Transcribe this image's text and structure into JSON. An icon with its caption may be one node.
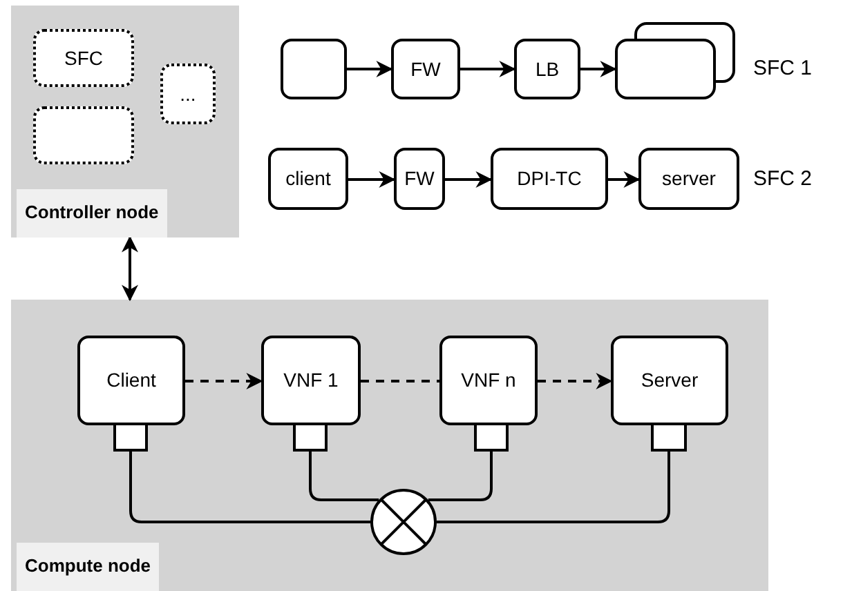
{
  "diagram": {
    "nodes": [
      {
        "text": [
          "Controller node"
        ]
      },
      {
        "text": [
          "SFC"
        ],
        "in": 0
      },
      {
        "text": [],
        "shape": "box",
        "in": 0
      },
      {
        "text": [
          "..."
        ],
        "in": 0
      },
      {
        "text": [],
        "shape": "box"
      },
      {
        "text": [
          "FW"
        ]
      },
      {
        "text": [
          "LB"
        ]
      },
      {
        "text": [],
        "shape": "box"
      },
      {
        "text": [
          "client"
        ]
      },
      {
        "text": [
          "FW"
        ]
      },
      {
        "text": [
          "DPI-TC"
        ]
      },
      {
        "text": [
          "server"
        ]
      },
      {
        "text": [
          "Compute node"
        ]
      },
      {
        "text": [
          "Client"
        ],
        "in": 12
      },
      {
        "text": [
          "VNF 1"
        ],
        "in": 12
      },
      {
        "text": [
          "VNF n"
        ],
        "in": 12
      },
      {
        "text": [
          "Server"
        ],
        "in": 12
      },
      {
        "text": [],
        "shape": "box",
        "in": 12
      },
      {
        "text": [],
        "shape": "box",
        "in": 12
      },
      {
        "text": [],
        "shape": "box",
        "in": 12
      },
      {
        "text": [],
        "shape": "box",
        "in": 12
      },
      {
        "text": [],
        "shape": "circle",
        "in": 12
      }
    ],
    "edges": [
      {
        "from": 4,
        "to": 5,
        "arrow": "to"
      },
      {
        "from": 5,
        "to": 6,
        "arrow": "to"
      },
      {
        "from": 6,
        "to": 7,
        "arrow": "to"
      },
      {
        "from": 8,
        "to": 9,
        "arrow": "to"
      },
      {
        "from": 9,
        "to": 10,
        "arrow": "to"
      },
      {
        "from": 10,
        "to": 11,
        "arrow": "to"
      },
      {
        "from": 0,
        "to": 12,
        "arrow": "both"
      },
      {
        "from": 13,
        "to": 14,
        "arrow": "to",
        "style": "dashed"
      },
      {
        "from": 14,
        "to": 15,
        "arrow": "none",
        "style": "dashed"
      },
      {
        "from": 15,
        "to": 16,
        "arrow": "to",
        "style": "dashed"
      },
      {
        "from": 17,
        "to": 21,
        "arrow": "none"
      },
      {
        "from": 18,
        "to": 21,
        "arrow": "none"
      },
      {
        "from": 19,
        "to": 21,
        "arrow": "none"
      },
      {
        "from": 20,
        "to": 21,
        "arrow": "none"
      }
    ],
    "labels": [
      "SFC 1",
      "SFC 2"
    ]
  }
}
